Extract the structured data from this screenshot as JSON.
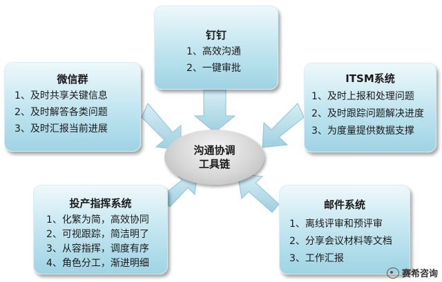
{
  "center": {
    "line1": "沟通协调",
    "line2": "工具链"
  },
  "boxes": {
    "dingding": {
      "title": "钉钉",
      "items": [
        "1、高效沟通",
        "2、一键审批"
      ]
    },
    "wechat": {
      "title": "微信群",
      "items": [
        "1、及时共享关键信息",
        "2、及时解答各类问题",
        "3、及时汇报当前进展"
      ]
    },
    "itsm": {
      "title": "ITSM系统",
      "items": [
        "1、及时上报和处理问题",
        "2、及时跟踪问题解决进度",
        "3、为度量提供数据支撑"
      ]
    },
    "command": {
      "title": "投产指挥系统",
      "items": [
        "1、化繁为简，高效协同",
        "2、可视跟踪，简洁明了",
        "3、从容指挥，调度有序",
        "4、角色分工，渐进明细"
      ]
    },
    "mail": {
      "title": "邮件系统",
      "items": [
        "1、离线评审和预评审",
        "2、分享会议材料等文档",
        "3、工作汇报"
      ]
    }
  },
  "watermark": {
    "text": "赛希咨询",
    "icon": "wechat-icon"
  },
  "colors": {
    "box_top": "#eef8fb",
    "box_bottom": "#9fd3e3",
    "arrow": "#a9d6e5",
    "center": "#cfcfcf"
  }
}
